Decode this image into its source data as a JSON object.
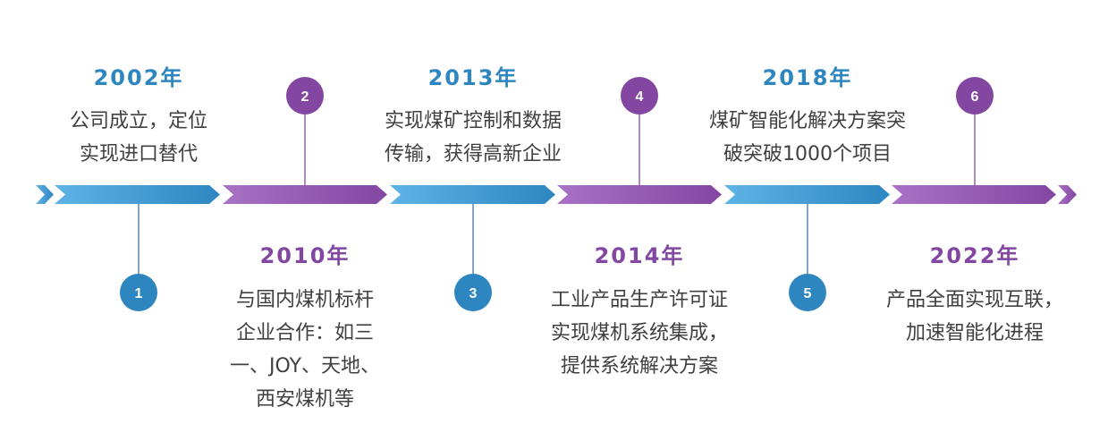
{
  "colors": {
    "blue": "#2e86c1",
    "blue_light": "#5fb3e6",
    "purple": "#8347a2",
    "purple_light": "#a972c4",
    "text": "#404040",
    "connector_blue": "#4f7fb0",
    "connector_purple": "#8a5aa8"
  },
  "milestones": [
    {
      "number": "1",
      "year": "2002年",
      "lines": [
        "公司成立，定位",
        "实现进口替代"
      ],
      "color": "blue",
      "position": "top"
    },
    {
      "number": "2",
      "year": "2010年",
      "lines": [
        "与国内煤机标杆",
        "企业合作：如三",
        "一、JOY、天地、",
        "西安煤机等"
      ],
      "color": "purple",
      "position": "bottom"
    },
    {
      "number": "3",
      "year": "2013年",
      "lines": [
        "实现煤矿控制和数据",
        "传输，获得高新企业"
      ],
      "color": "blue",
      "position": "top"
    },
    {
      "number": "4",
      "year": "2014年",
      "lines": [
        "工业产品生产许可证",
        "实现煤机系统集成，",
        "提供系统解决方案"
      ],
      "color": "purple",
      "position": "bottom"
    },
    {
      "number": "5",
      "year": "2018年",
      "lines": [
        "煤矿智能化解决方案突",
        "破突破1000个项目"
      ],
      "color": "blue",
      "position": "top"
    },
    {
      "number": "6",
      "year": "2022年",
      "lines": [
        "产品全面实现互联，",
        "加速智能化进程"
      ],
      "color": "purple",
      "position": "bottom"
    }
  ]
}
